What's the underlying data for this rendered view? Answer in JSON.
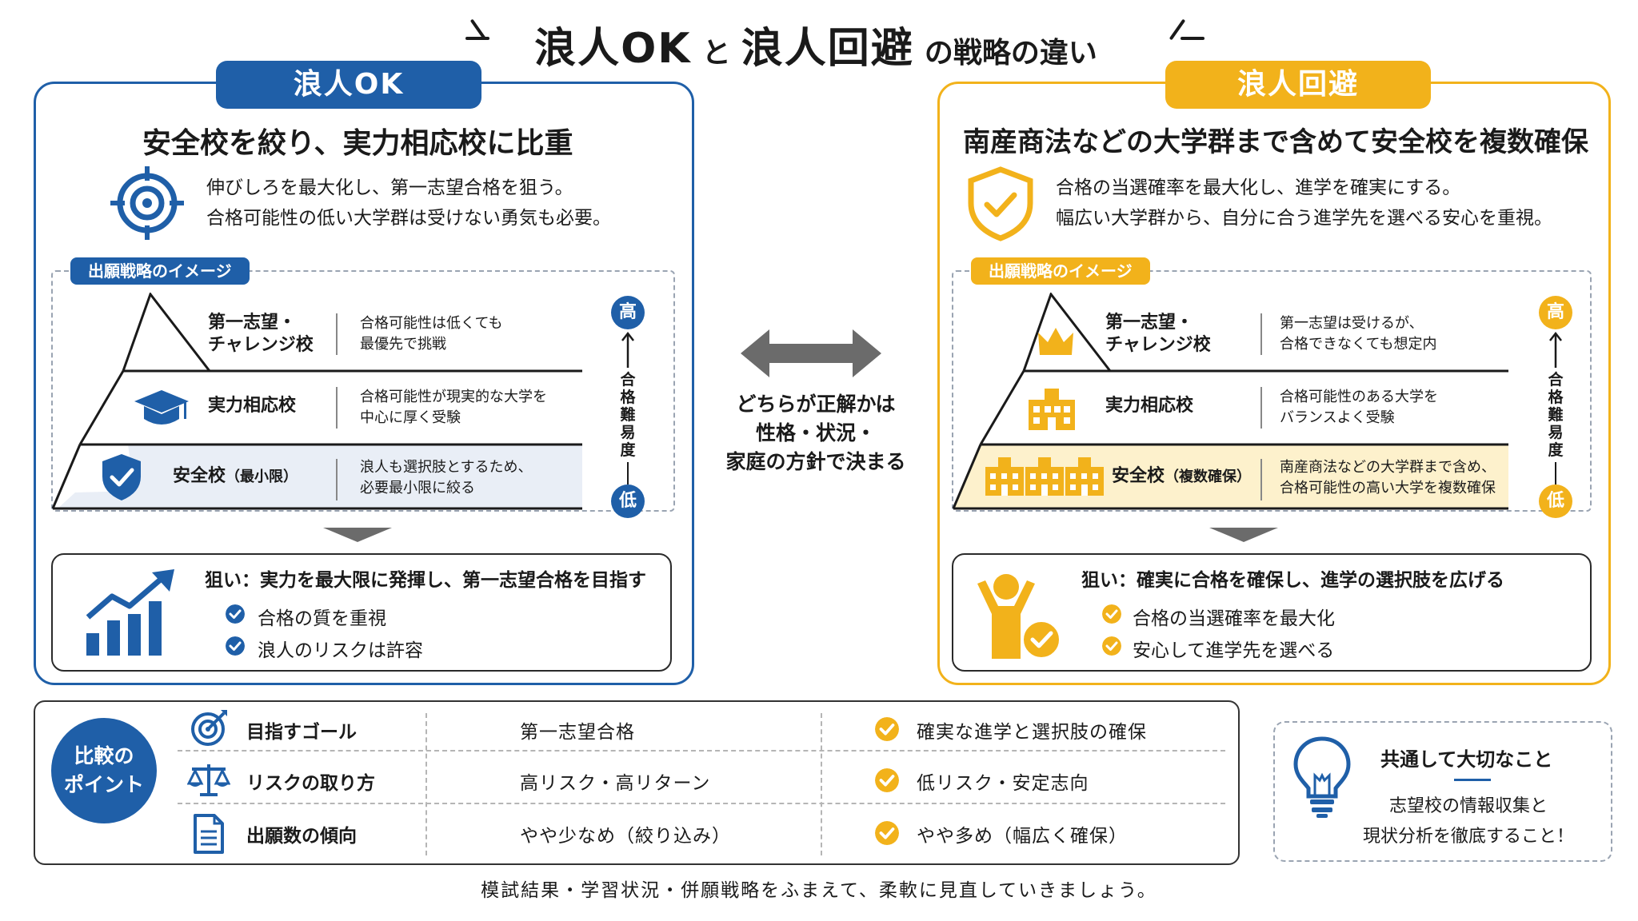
{
  "title": {
    "part1": "浪人OK",
    "part2": "と",
    "part3": "浪人回避",
    "part4": "の戦略の違い"
  },
  "colors": {
    "blue": "#1f5fa8",
    "yellow": "#f2b21b",
    "gray_arrow": "#6b6b6b"
  },
  "ok": {
    "tab": "浪人OK",
    "headline": "安全校を絞り、実力相応校に比重",
    "desc": [
      "伸びしろを最大化し、第一志望合格を狙う。",
      "合格可能性の低い大学群は受けない勇気も必要。"
    ],
    "image_label": "出願戦略のイメージ",
    "tiers": [
      {
        "title": [
          "第一志望・",
          "チャレンジ校"
        ],
        "desc": [
          "合格可能性は低くても",
          "最優先で挑戦"
        ]
      },
      {
        "title": [
          "実力相応校"
        ],
        "desc": [
          "合格可能性が現実的な大学を",
          "中心に厚く受験"
        ]
      },
      {
        "title_main": "安全校",
        "title_paren": "（最小限）",
        "desc": [
          "浪人も選択肢とするため、",
          "必要最小限に絞る"
        ]
      }
    ],
    "scale": {
      "high": "高",
      "low": "低",
      "label": [
        "合",
        "格",
        "難",
        "易",
        "度"
      ]
    },
    "goal": {
      "title": "狙い：実力を最大限に発揮し、第一志望合格を目指す",
      "items": [
        "合格の質を重視",
        "浪人のリスクは許容"
      ]
    }
  },
  "avoid": {
    "tab": "浪人回避",
    "headline": "南産商法などの大学群まで含めて安全校を複数確保",
    "desc": [
      "合格の当選確率を最大化し、進学を確実にする。",
      "幅広い大学群から、自分に合う進学先を選べる安心を重視。"
    ],
    "image_label": "出願戦略のイメージ",
    "tiers": [
      {
        "title": [
          "第一志望・",
          "チャレンジ校"
        ],
        "desc": [
          "第一志望は受けるが、",
          "合格できなくても想定内"
        ]
      },
      {
        "title": [
          "実力相応校"
        ],
        "desc": [
          "合格可能性のある大学を",
          "バランスよく受験"
        ]
      },
      {
        "title_main": "安全校",
        "title_paren": "（複数確保）",
        "desc": [
          "南産商法などの大学群まで含め、",
          "合格可能性の高い大学を複数確保"
        ]
      }
    ],
    "scale": {
      "high": "高",
      "low": "低",
      "label": [
        "合",
        "格",
        "難",
        "易",
        "度"
      ]
    },
    "goal": {
      "title": "狙い：確実に合格を確保し、進学の選択肢を広げる",
      "items": [
        "合格の当選確率を最大化",
        "安心して進学先を選べる"
      ]
    }
  },
  "center": {
    "lines": [
      "どちらが正解かは",
      "性格・状況・",
      "家庭の方針で決まる"
    ]
  },
  "comparison": {
    "circle": [
      "比較の",
      "ポイント"
    ],
    "rows": [
      {
        "label": "目指すゴール",
        "ok": "第一志望合格",
        "avoid": "確実な進学と選択肢の確保",
        "icon": "target-icon"
      },
      {
        "label": "リスクの取り方",
        "ok": "高リスク・高リターン",
        "avoid": "低リスク・安定志向",
        "icon": "scale-icon"
      },
      {
        "label": "出願数の傾向",
        "ok": "やや少なめ（絞り込み）",
        "avoid": "やや多め（幅広く確保）",
        "icon": "document-icon"
      }
    ]
  },
  "common": {
    "title": "共通して大切なこと",
    "body": [
      "志望校の情報収集と",
      "現状分析を徹底すること！"
    ]
  },
  "footer": "模試結果・学習状況・併願戦略をふまえて、柔軟に見直していきましょう。"
}
